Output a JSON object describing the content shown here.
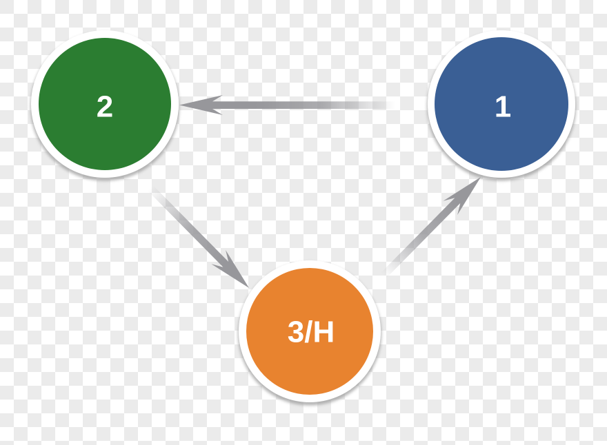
{
  "page": {
    "description": "Directed three-node cycle diagram on a transparency checkerboard background",
    "background": {
      "checker_light": "#ffffff",
      "checker_dark": "#ebebeb"
    },
    "theme": {
      "arrow_color": "#97979b",
      "node_ring_color": "#ffffff",
      "node_shadow_color": "#9c9c9c",
      "label_color": "#ffffff"
    },
    "nodes": [
      {
        "id": "1",
        "label": "1",
        "color": "#3a5f95"
      },
      {
        "id": "2",
        "label": "2",
        "color": "#2b7d31"
      },
      {
        "id": "3",
        "label": "3/H",
        "color": "#e8832f"
      }
    ],
    "edges": [
      {
        "from": "1",
        "to": "2"
      },
      {
        "from": "2",
        "to": "3/H"
      },
      {
        "from": "3/H",
        "to": "1"
      }
    ]
  }
}
